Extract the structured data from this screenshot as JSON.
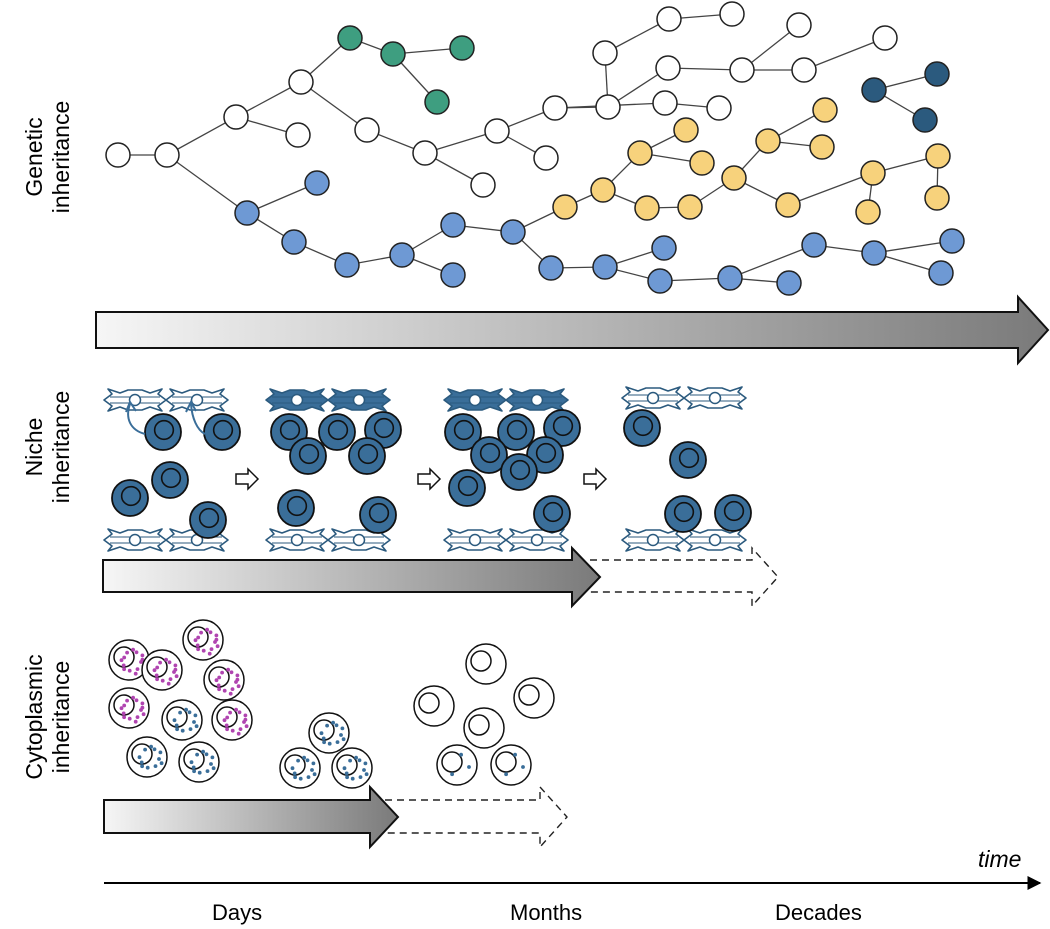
{
  "rows": [
    {
      "key": "genetic",
      "label_line1": "Genetic",
      "label_line2": "inheritance"
    },
    {
      "key": "niche",
      "label_line1": "Niche",
      "label_line2": "inheritance"
    },
    {
      "key": "cytoplasmic",
      "label_line1": "Cytoplasmic",
      "label_line2": "inheritance"
    }
  ],
  "timeline": {
    "label": "time",
    "ticks": [
      "Days",
      "Months",
      "Decades"
    ]
  },
  "colors": {
    "white_cell": "#ffffff",
    "green_clone": "#3e9e80",
    "blue_clone": "#6e99d4",
    "yellow_clone": "#f7d27c",
    "dark_blue_clone": "#2b5a7e",
    "niche_cell": "#3a6e99",
    "magenta_granule": "#b044b0",
    "blue_granule": "#3a6e99",
    "arrow_light": "#f5f5f5",
    "arrow_dark": "#7d7d7d"
  }
}
